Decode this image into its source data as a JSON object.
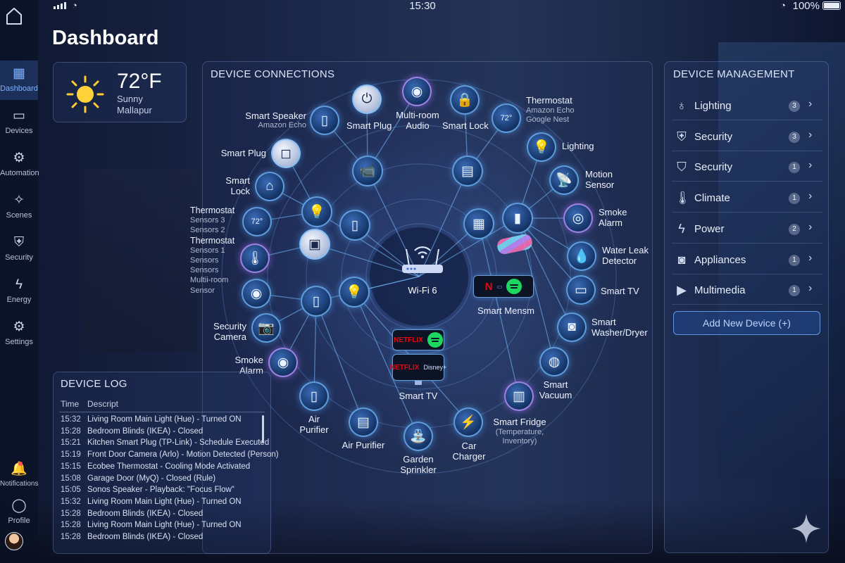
{
  "status_bar": {
    "time": "15:30",
    "battery": "100%"
  },
  "nav": {
    "items": [
      {
        "label": "Dashboard",
        "icon": "grid-icon",
        "glyph": "▦"
      },
      {
        "label": "Devices",
        "icon": "devices-icon",
        "glyph": "▭"
      },
      {
        "label": "Automation",
        "icon": "automation-icon",
        "glyph": "⚙"
      },
      {
        "label": "Scenes",
        "icon": "scenes-icon",
        "glyph": "✧"
      },
      {
        "label": "Security",
        "icon": "shield-icon",
        "glyph": "⛨"
      },
      {
        "label": "Energy",
        "icon": "bolt-icon",
        "glyph": "ϟ"
      },
      {
        "label": "Settings",
        "icon": "gear-icon",
        "glyph": "⚙"
      }
    ],
    "notifications": {
      "label": "Notifications",
      "glyph": "🔔"
    },
    "profile": {
      "label": "Profile",
      "glyph": "◯"
    }
  },
  "page": {
    "title": "Dashboard"
  },
  "weather": {
    "temp": "72°F",
    "condition": "Sunny",
    "location": "Mallapur"
  },
  "connections": {
    "title": "DEVICE CONNECTIONS",
    "hub": {
      "label": "Wi-Fi 6",
      "icon": "router-icon"
    },
    "outer_devices": [
      {
        "label": "Smart Speaker",
        "sub": "Amazon Echo",
        "icon": "speaker-icon",
        "glyph": "▯"
      },
      {
        "label": "Smart Plug",
        "icon": "plug-icon",
        "glyph": "⏻"
      },
      {
        "label": "Multi-room Audio",
        "icon": "audio-icon",
        "glyph": "◉"
      },
      {
        "label": "Smart Lock",
        "icon": "lock-icon",
        "glyph": "🔒"
      },
      {
        "label": "Thermostat",
        "sub": "Amazon Echo Google Nest",
        "icon": "thermostat-icon",
        "glyph": "72°"
      },
      {
        "label": "Lighting",
        "icon": "bulb-icon",
        "glyph": "💡"
      },
      {
        "label": "Motion Sensor",
        "icon": "motion-icon",
        "glyph": "📡"
      },
      {
        "label": "Smoke Alarm",
        "icon": "smoke-alarm-icon",
        "glyph": "◎"
      },
      {
        "label": "Water Leak Detector",
        "icon": "water-icon",
        "glyph": "💧"
      },
      {
        "label": "Smart TV",
        "icon": "tv-icon",
        "glyph": "▭"
      },
      {
        "label": "Smart Washer/Dryer",
        "icon": "washer-icon",
        "glyph": "◙"
      },
      {
        "label": "Smart Vacuum",
        "icon": "vacuum-icon",
        "glyph": "◍"
      },
      {
        "label": "Smart Fridge",
        "sub": "(Temperature, Inventory)",
        "icon": "fridge-icon",
        "glyph": "▥"
      },
      {
        "label": "Car Charger",
        "icon": "charger-icon",
        "glyph": "⚡"
      },
      {
        "label": "Garden Sprinkler",
        "icon": "sprinkler-icon",
        "glyph": "⛲"
      },
      {
        "label": "Air Purifier",
        "icon": "purifier-icon",
        "glyph": "▤"
      },
      {
        "label": "Air Purifier",
        "icon": "purifier-icon",
        "glyph": "▯"
      },
      {
        "label": "Smoke Alarm",
        "icon": "smoke-alarm-icon",
        "glyph": "◉"
      },
      {
        "label": "Security Camera",
        "icon": "camera-icon",
        "glyph": "📷"
      },
      {
        "label": "Smart Plug",
        "icon": "plug-icon",
        "glyph": "◻"
      },
      {
        "label": "Smart Lock",
        "icon": "lock-icon",
        "glyph": "⌂"
      },
      {
        "label": "Thermostat",
        "icon": "thermostat-icon",
        "glyph": "72°"
      },
      {
        "label": "Sensors",
        "icon": "sensor-icon",
        "glyph": "🌡"
      },
      {
        "label": "Camera",
        "icon": "camera-icon",
        "glyph": "◉"
      }
    ],
    "left_sensor_labels": [
      "Thermostat",
      "Sensors 3",
      "Sensors 2",
      "Thermostat",
      "Sensors 1",
      "Sensors",
      "Sensors",
      "Multii-room",
      "Sensor"
    ],
    "inner_devices": [
      {
        "icon": "camera-icon",
        "glyph": "📹"
      },
      {
        "icon": "lamp-icon",
        "glyph": "▤"
      },
      {
        "icon": "tablet-icon",
        "glyph": "▯"
      },
      {
        "icon": "blinds-icon",
        "glyph": "▦"
      },
      {
        "icon": "switch-icon",
        "glyph": "▮"
      },
      {
        "icon": "bulb-icon",
        "glyph": "💡"
      },
      {
        "icon": "bulb-icon",
        "glyph": "💡"
      },
      {
        "icon": "switch-icon",
        "glyph": "▯"
      },
      {
        "icon": "panel-icon",
        "glyph": "▣"
      },
      {
        "icon": "sensor-icon",
        "glyph": "▭"
      }
    ],
    "smart_tv": {
      "label": "Smart TV",
      "apps": [
        "NETFLIX",
        "Disney+"
      ]
    },
    "smart_media": {
      "label": "Smart Mensm"
    },
    "streaming": {
      "netflix": "NETFLIX"
    }
  },
  "device_log": {
    "title": "DEVICE LOG",
    "col_time": "Time",
    "col_desc": "Descript",
    "rows": [
      {
        "time": "15:32",
        "desc": "Living Room Main Light (Hue) - Turned ON"
      },
      {
        "time": "15:28",
        "desc": "Bedroom Blinds (IKEA) - Closed"
      },
      {
        "time": "15:21",
        "desc": "Kitchen Smart Plug (TP-Link) - Schedule Executed"
      },
      {
        "time": "15:19",
        "desc": "Front Door Camera (Arlo) - Motion Detected (Person)"
      },
      {
        "time": "15:15",
        "desc": "Ecobee Thermostat - Cooling Mode Activated"
      },
      {
        "time": "15:08",
        "desc": "Garage Door (MyQ) - Closed (Rule)"
      },
      {
        "time": "15:05",
        "desc": "Sonos Speaker - Playback: \"Focus Flow\""
      },
      {
        "time": "15:32",
        "desc": "Living Room Main Light (Hue) - Turned ON"
      },
      {
        "time": "15:28",
        "desc": "Bedroom Blinds (IKEA) - Closed"
      },
      {
        "time": "15:28",
        "desc": "Living Room Main Light (Hue) - Turned ON"
      },
      {
        "time": "15:28",
        "desc": "Bedroom Blinds (IKEA) - Closed"
      }
    ]
  },
  "device_management": {
    "title": "DEVICE MANAGEMENT",
    "items": [
      {
        "name": "Lighting",
        "count": "3",
        "icon": "bulb-icon",
        "glyph": "♁"
      },
      {
        "name": "Security",
        "count": "3",
        "icon": "shield-icon",
        "glyph": "⛨"
      },
      {
        "name": "Security",
        "count": "1",
        "icon": "lock-shield-icon",
        "glyph": "⛉"
      },
      {
        "name": "Climate",
        "count": "1",
        "icon": "thermometer-icon",
        "glyph": "🌡"
      },
      {
        "name": "Power",
        "count": "2",
        "icon": "bolt-icon",
        "glyph": "ϟ"
      },
      {
        "name": "Appliances",
        "count": "1",
        "icon": "appliance-icon",
        "glyph": "◙"
      },
      {
        "name": "Multimedia",
        "count": "1",
        "icon": "media-icon",
        "glyph": "▶"
      }
    ],
    "add_button": "Add New Device (+)"
  },
  "colors": {
    "accent": "#5aa8ff",
    "glow": "#78beff",
    "netflix": "#e50914",
    "spotify": "#1ed760"
  }
}
